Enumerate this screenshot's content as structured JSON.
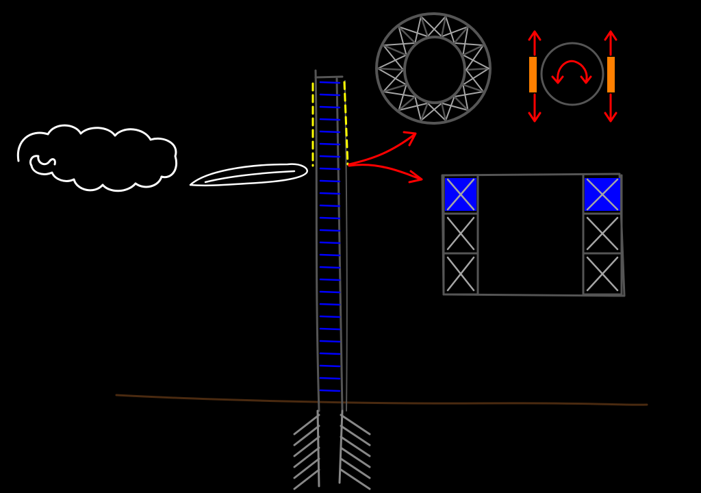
{
  "colors": {
    "background": "#000000",
    "cloud": "#ffffff",
    "tower_frame": "#555555",
    "tower_rungs": "#0000ff",
    "tower_marker": "#ffff00",
    "arrows": "#ff0000",
    "truss": "#555555",
    "truss_cross": "#a6a6a6",
    "truss_fill": "#0000ff",
    "ground": "#4a2a10",
    "roots": "#888888",
    "sensor_pad": "#ff8000"
  },
  "elements": {
    "cloud": "white-cloud-outline",
    "wind": "white-wind-streak",
    "tower": "tall-lattice-tower-with-blue-rungs",
    "ring_truss": "circular-lattice-ring",
    "rotation_diagram": "circle-with-curved-arrows-and-orange-pads",
    "frame_truss": "rectangular-lattice-frame",
    "ground_line": "brown-ground-line",
    "foundation": "grey-root-anchors"
  }
}
